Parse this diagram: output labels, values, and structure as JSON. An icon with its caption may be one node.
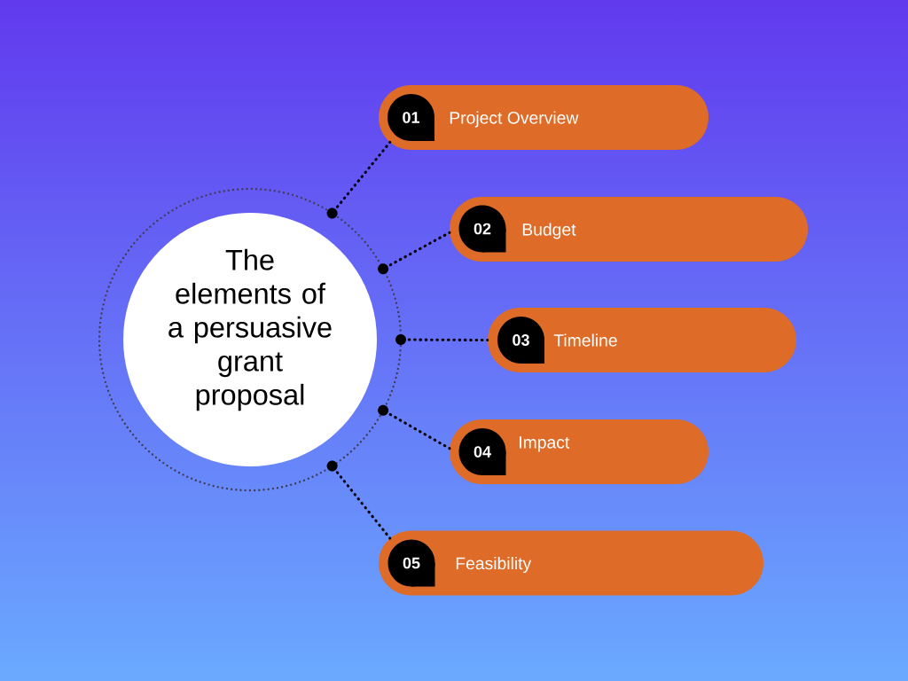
{
  "diagram": {
    "nodes": [
      {
        "text": [],
        "shape": "circle"
      },
      {
        "text": [
          "The elements of a persuasive grant proposal"
        ],
        "in": 0
      },
      {
        "text": [],
        "shape": "circle"
      },
      {
        "text": [
          "Project Overview"
        ]
      },
      {
        "text": [
          "01"
        ],
        "in": 3
      },
      {
        "text": [],
        "shape": "circle"
      },
      {
        "text": [
          "Budget"
        ]
      },
      {
        "text": [
          "02"
        ],
        "in": 6
      },
      {
        "text": [],
        "shape": "circle"
      },
      {
        "text": [
          "Timeline"
        ]
      },
      {
        "text": [
          "03"
        ],
        "in": 9
      },
      {
        "text": [],
        "shape": "circle"
      },
      {
        "text": [
          "Impact"
        ]
      },
      {
        "text": [
          "04"
        ],
        "in": 12
      },
      {
        "text": [],
        "shape": "circle"
      },
      {
        "text": [
          "Feasibility"
        ]
      },
      {
        "text": [
          "05"
        ],
        "in": 15
      }
    ],
    "edges": [
      {
        "from": 2,
        "to": 3,
        "arrow": "none"
      },
      {
        "from": 5,
        "to": 6,
        "arrow": "none"
      },
      {
        "from": 8,
        "to": 9,
        "arrow": "none"
      },
      {
        "from": 11,
        "to": 12,
        "arrow": "none"
      },
      {
        "from": 14,
        "to": 15,
        "arrow": "none"
      }
    ]
  }
}
